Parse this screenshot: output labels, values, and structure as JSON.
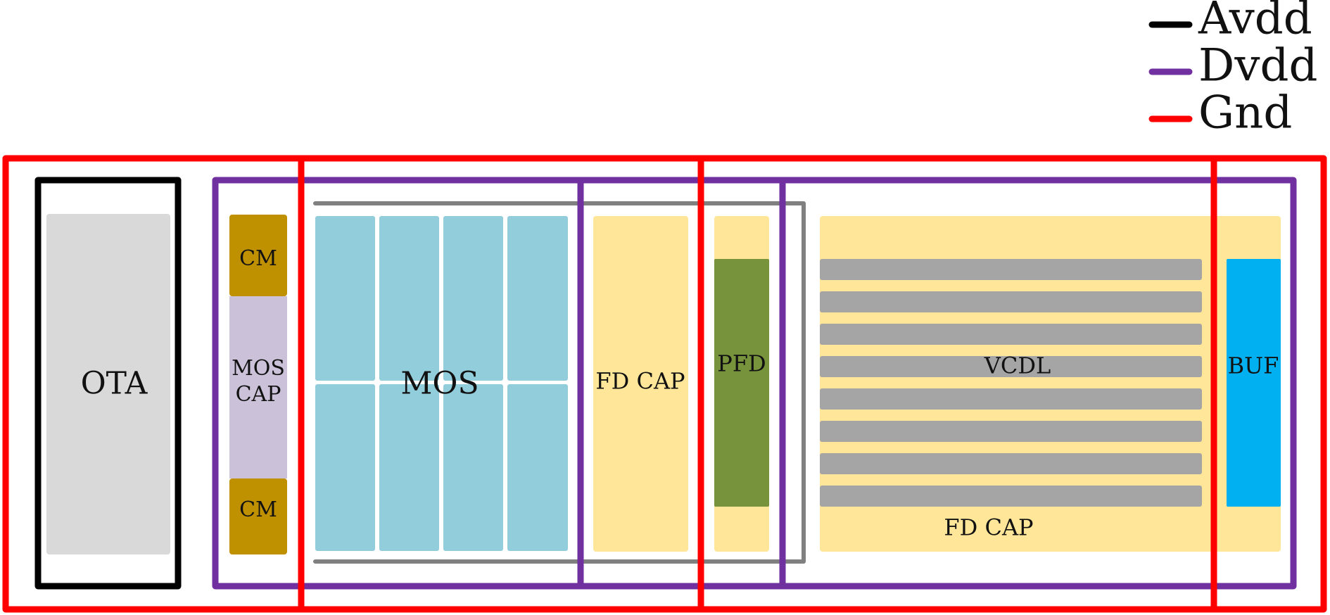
{
  "legend": {
    "avdd": {
      "label": "Avdd",
      "color": "#000000"
    },
    "dvdd": {
      "label": "Dvdd",
      "color": "#7030a0"
    },
    "gnd": {
      "label": "Gnd",
      "color": "#ff0000"
    }
  },
  "blocks": {
    "ota": {
      "label": "OTA",
      "color": "#d9d9d9"
    },
    "cm_top": {
      "label": "CM",
      "color": "#bf9000"
    },
    "mos_cap": {
      "line1": "MOS",
      "line2": "CAP",
      "color": "#cbc2da"
    },
    "cm_bottom": {
      "label": "CM",
      "color": "#bf9000"
    },
    "mos": {
      "label": "MOS",
      "color": "#92cddc"
    },
    "fd_cap_left": {
      "label": "FD CAP",
      "color": "#ffe699"
    },
    "pfd": {
      "label": "PFD",
      "color": "#77933c"
    },
    "vcdl": {
      "label": "VCDL",
      "color": "#a5a5a5"
    },
    "fd_cap_right": {
      "label": "FD CAP",
      "color": "#ffe699"
    },
    "buf": {
      "label": "BUF",
      "color": "#00b0f0"
    }
  },
  "bracket_color": "#808080"
}
